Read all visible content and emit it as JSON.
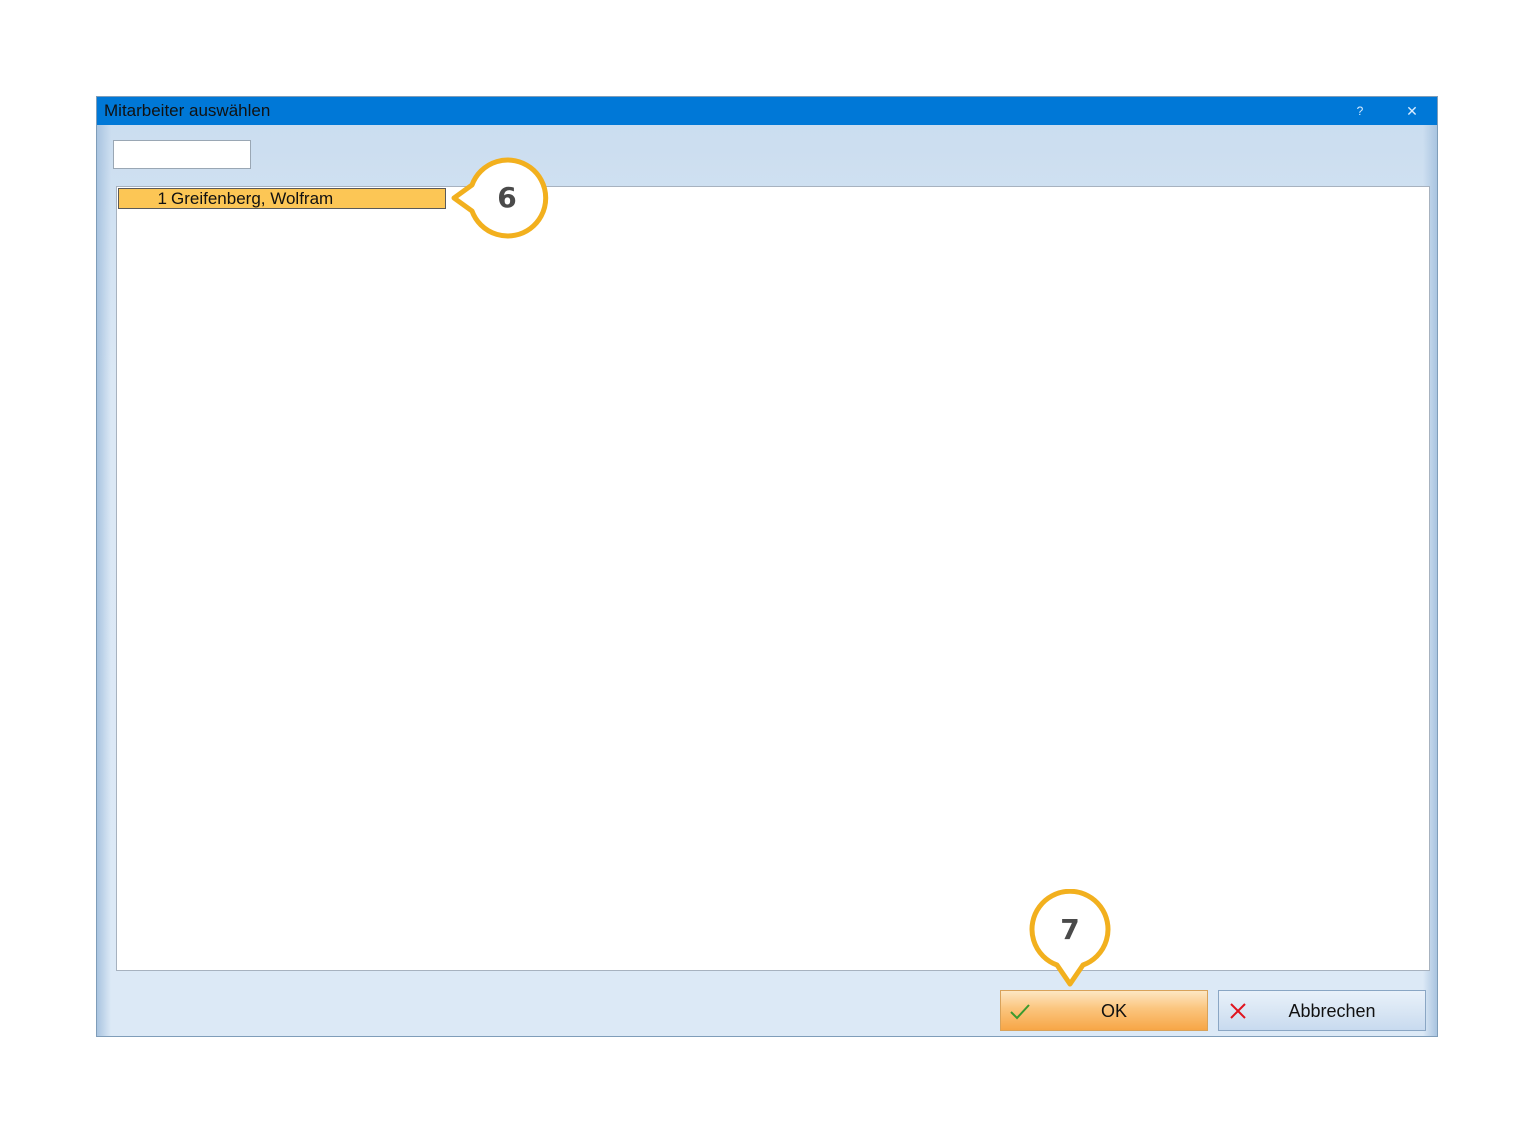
{
  "dialog": {
    "title": "Mitarbeiter auswählen",
    "help_glyph": "?",
    "close_glyph": "✕"
  },
  "search": {
    "value": "",
    "placeholder": ""
  },
  "employees": [
    {
      "number": "1",
      "name": "Greifenberg, Wolfram",
      "selected": true
    }
  ],
  "buttons": {
    "ok_label": "OK",
    "cancel_label": "Abbrechen"
  },
  "callouts": {
    "first": "6",
    "second": "7"
  },
  "colors": {
    "titlebar": "#0078d7",
    "selection": "#fcc655",
    "callout_ring": "#f2b01e",
    "ok_check": "#3a9a2f",
    "cancel_x": "#e0141e"
  }
}
